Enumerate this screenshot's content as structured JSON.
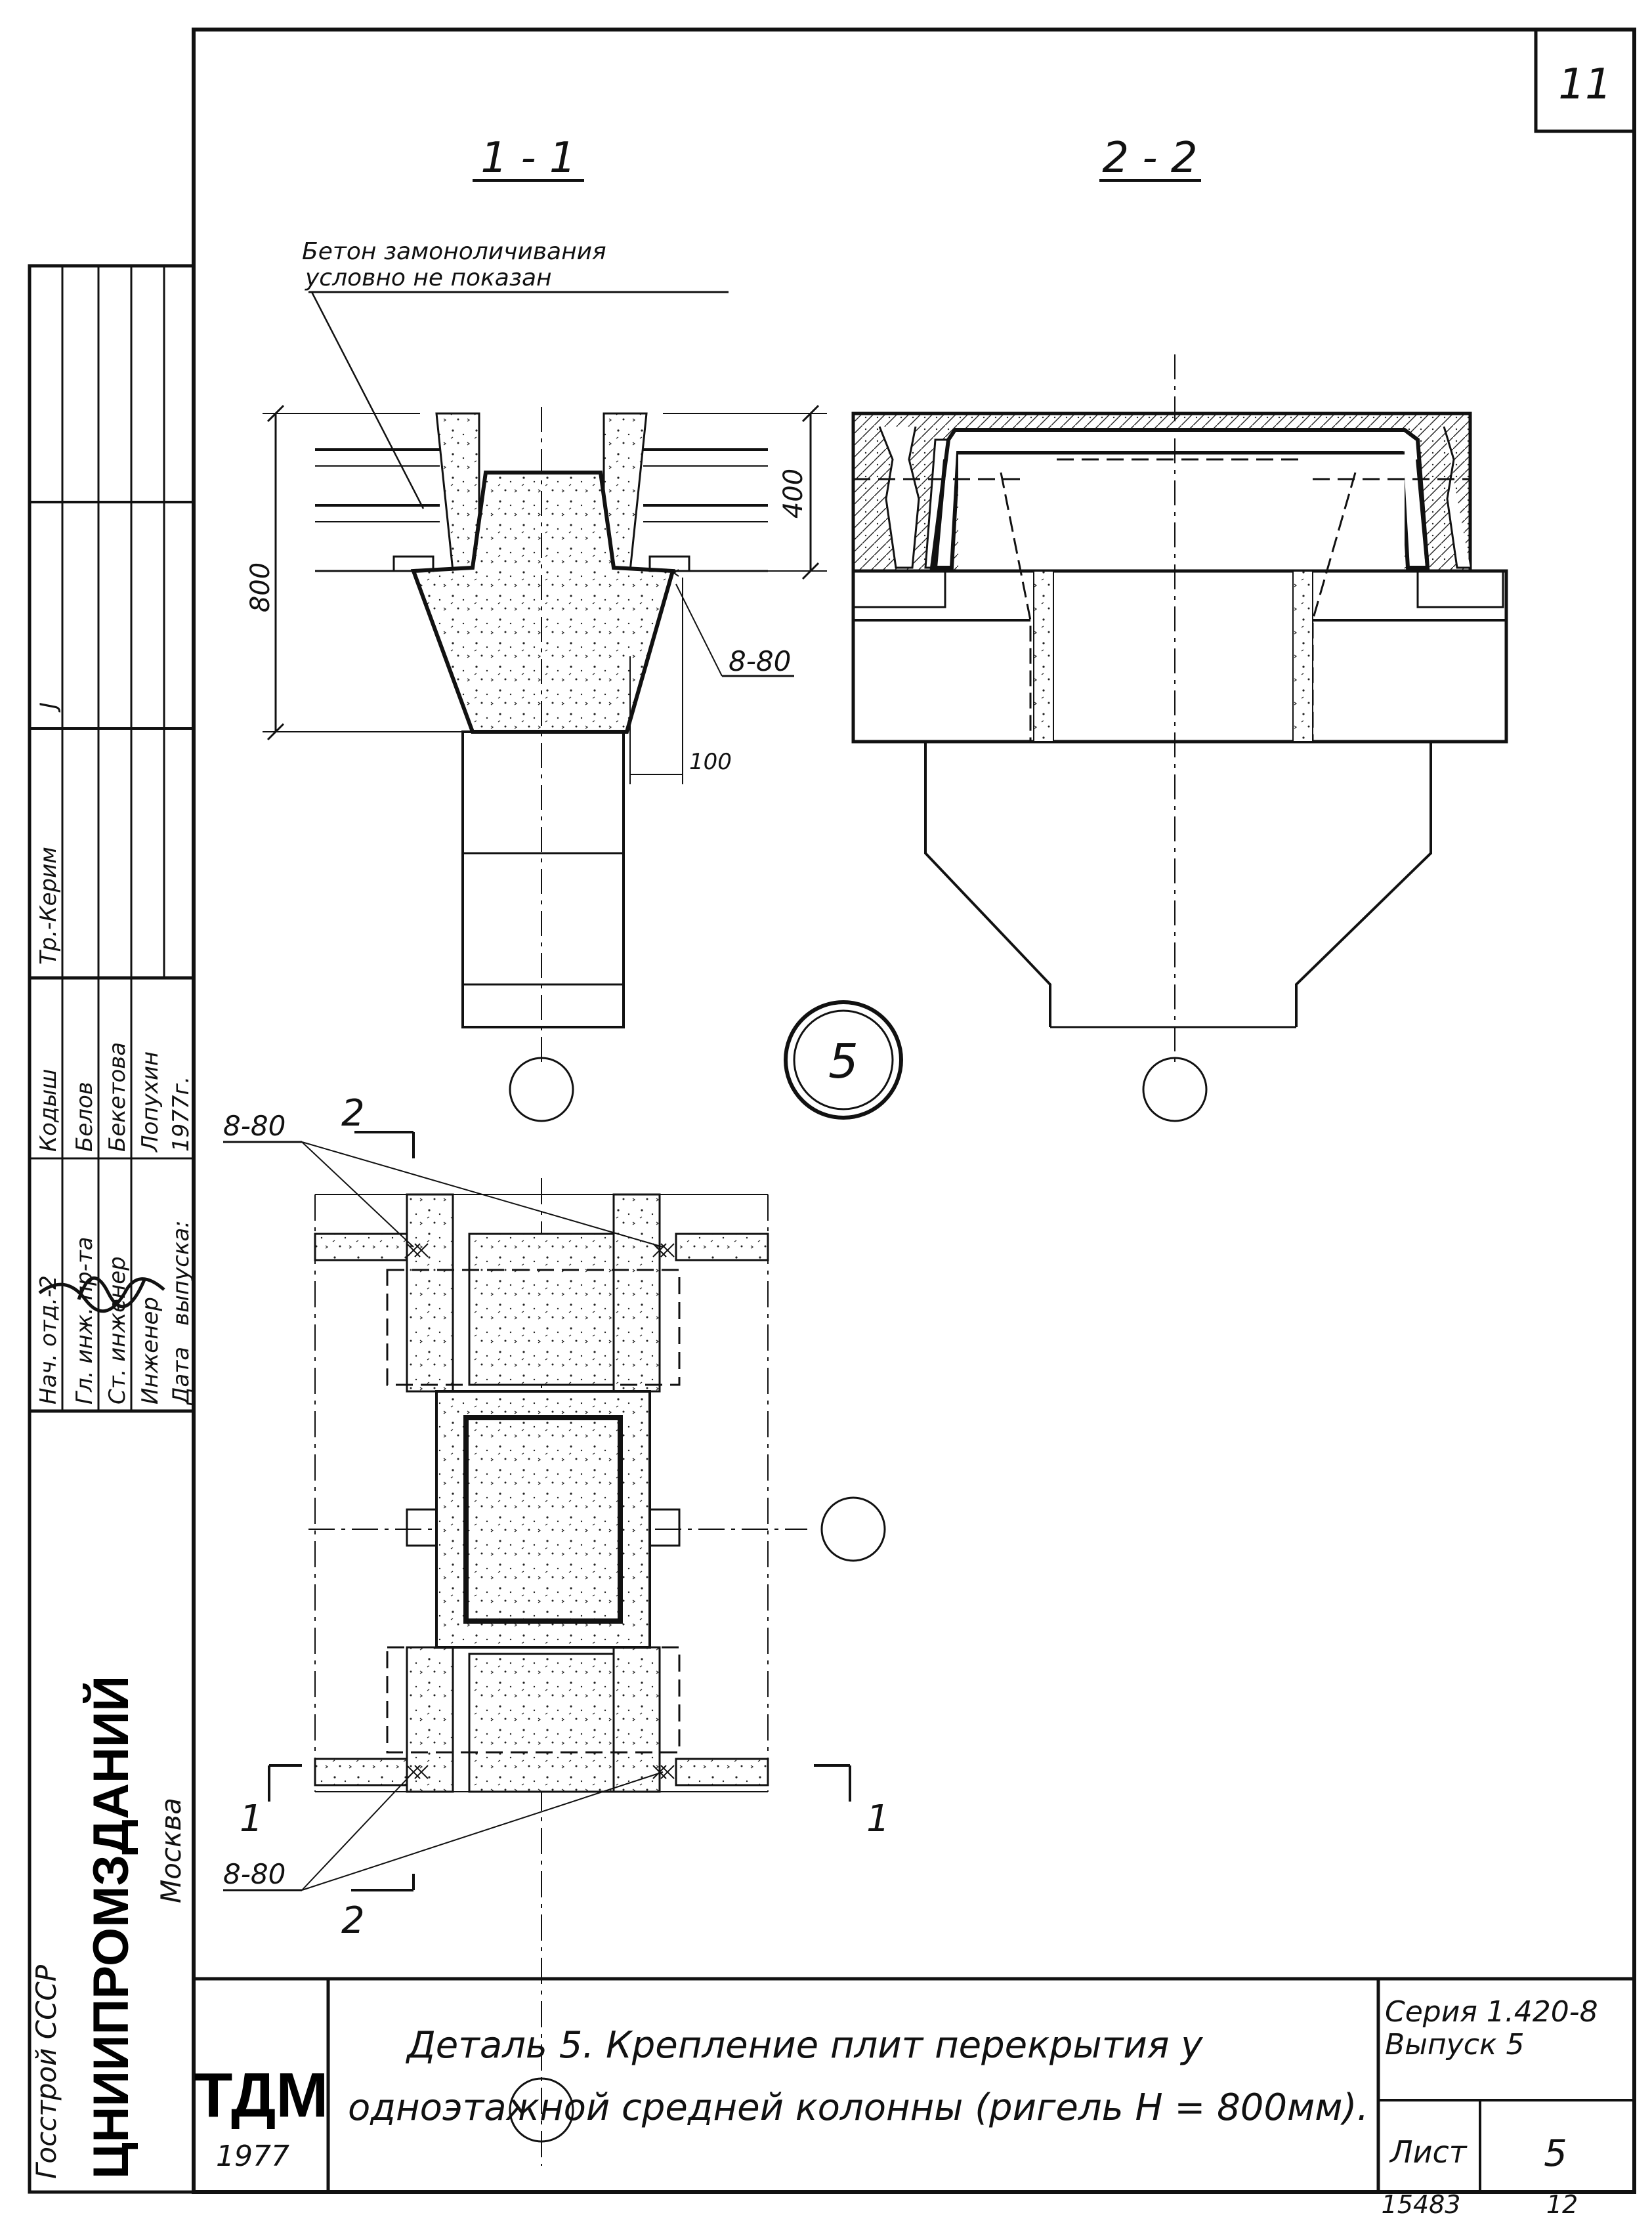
{
  "sheet_number": "11",
  "sections": {
    "s1": "1 - 1",
    "s2": "2 - 2"
  },
  "note": {
    "line1": "Бетон замоноличивания",
    "line2": "условно не показан"
  },
  "dimensions": {
    "d800": "800",
    "d400": "400",
    "d100": "100",
    "weld": "8-80"
  },
  "detail_marker": "5",
  "cut_labels": {
    "c1": "1",
    "c2": "2"
  },
  "left_strip": {
    "org1": "Госстрой СССР",
    "org2": "ЦНИИПРОМЗДАНИЙ",
    "city": "Москва",
    "roles": [
      "Нач. отд.-2",
      "Гл. инж. пр-та",
      "Ст. инженер",
      "Инженер",
      "Дата"
    ],
    "names": [
      "Кодыш",
      "Белов",
      "Бекетова",
      "Лопухин",
      "1977г."
    ],
    "date_label": "выпуска:",
    "top_rows": [
      "Тр.-Керим",
      "J",
      "",
      ""
    ]
  },
  "title_block": {
    "logo": "ТДМ",
    "year": "1977",
    "title_line1": "Деталь 5. Крепление плит перекрытия у",
    "title_line2": "одноэтажной средней колонны (ригель Н = 800мм).",
    "series_line1": "Серия 1.420-8",
    "series_line2": "Выпуск 5",
    "sheet_label": "Лист",
    "sheet_value": "5"
  },
  "footer": {
    "doc_number": "15483",
    "page": "12"
  }
}
